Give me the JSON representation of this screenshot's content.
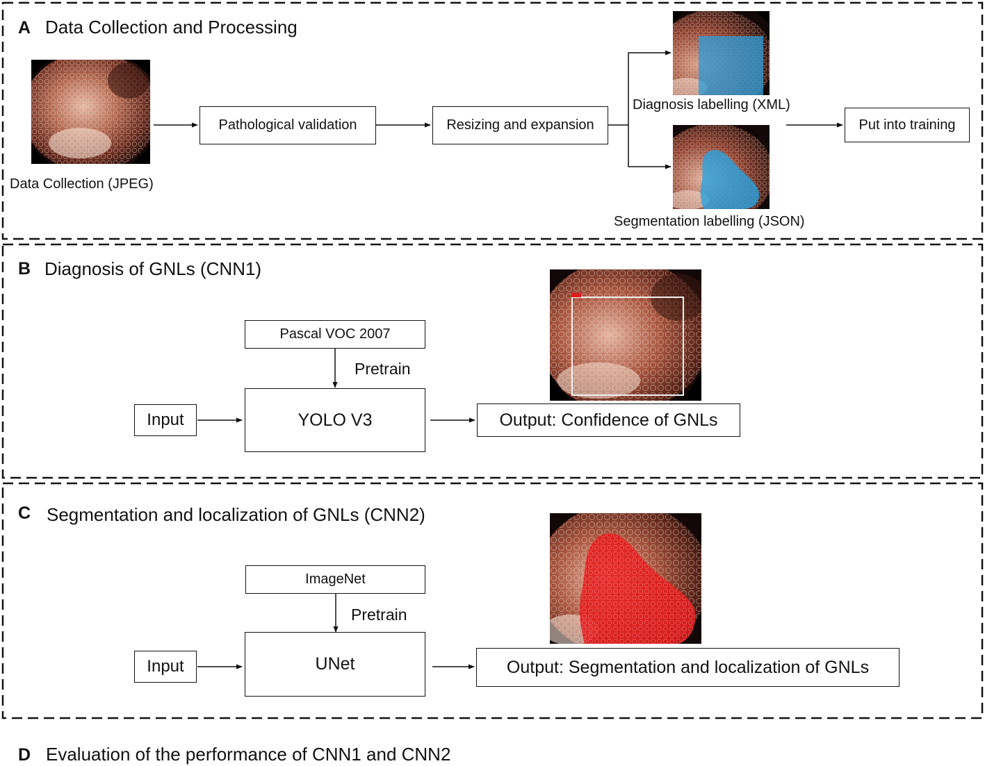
{
  "panel_a": {
    "letter": "A",
    "title": "Data Collection and Processing",
    "data_collection_label": "Data Collection (JPEG)",
    "pathological_validation": "Pathological validation",
    "resizing_expansion": "Resizing and expansion",
    "diagnosis_labelling": "Diagnosis labelling (XML)",
    "segmentation_labelling": "Segmentation labelling (JSON)",
    "put_into_training": "Put into training"
  },
  "panel_b": {
    "letter": "B",
    "title": "Diagnosis of GNLs (CNN1)",
    "pretrain_source": "Pascal VOC 2007",
    "pretrain_label": "Pretrain",
    "input": "Input",
    "model": "YOLO V3",
    "output": "Output: Confidence of GNLs"
  },
  "panel_c": {
    "letter": "C",
    "title": "Segmentation and localization of GNLs (CNN2)",
    "pretrain_source": "ImageNet",
    "pretrain_label": "Pretrain",
    "input": "Input",
    "model": "UNet",
    "output": "Output: Segmentation and localization of GNLs"
  },
  "panel_d": {
    "letter": "D",
    "title": "Evaluation of the performance of CNN1 and CNN2"
  },
  "colors": {
    "diagnosis_overlay": "#2f9bd6",
    "segmentation_overlay": "#29a3e0",
    "segmentation_output_mask": "#e31b1b",
    "detection_box": "#f2f2f2",
    "detection_tag": "#e01b1b"
  }
}
